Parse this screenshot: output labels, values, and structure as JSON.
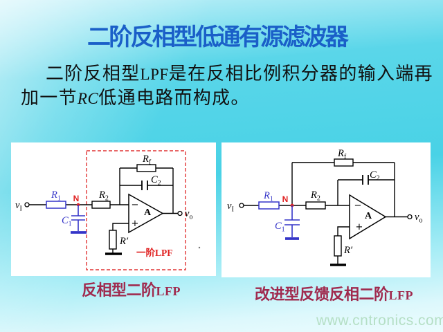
{
  "slide": {
    "title": "二阶反相型低通有源滤波器",
    "body_line1_pre": "二阶反相型",
    "body_line1_latin": "LPF",
    "body_line1_post": "是在反相比例积分器的输入端再",
    "body_line2_pre": "加一节",
    "body_line2_italic": "RC",
    "body_line2_post": "低通电路而构成。"
  },
  "captions": {
    "left_cjk": "反相型二阶",
    "left_latin": "LFP",
    "right_cjk": "改进型反馈反相二阶",
    "right_latin": "LFP"
  },
  "watermark": "www.cntronics.com",
  "circuit": {
    "vin_base": "v",
    "vin_sub": "I",
    "vout_base": "v",
    "vout_sub": "o",
    "r1_base": "R",
    "r1_sub": "1",
    "r2_base": "R",
    "r2_sub": "2",
    "rf_base": "R",
    "rf_sub": "f",
    "c1_base": "C",
    "c1_sub": "1",
    "c2_base": "C",
    "c2_sub": "2",
    "rprime": "R′",
    "amp": "A",
    "node": "N",
    "minus": "−",
    "plus": "+",
    "first_order_label": "一阶LPF"
  },
  "colors": {
    "title_blue": "#1a5fc8",
    "caption_red": "#a02a4e",
    "circuit_red": "#e02222",
    "component_blue": "#3434c8",
    "watermark_green": "#b5dfc5",
    "background_cyan": "#49d2e6"
  }
}
